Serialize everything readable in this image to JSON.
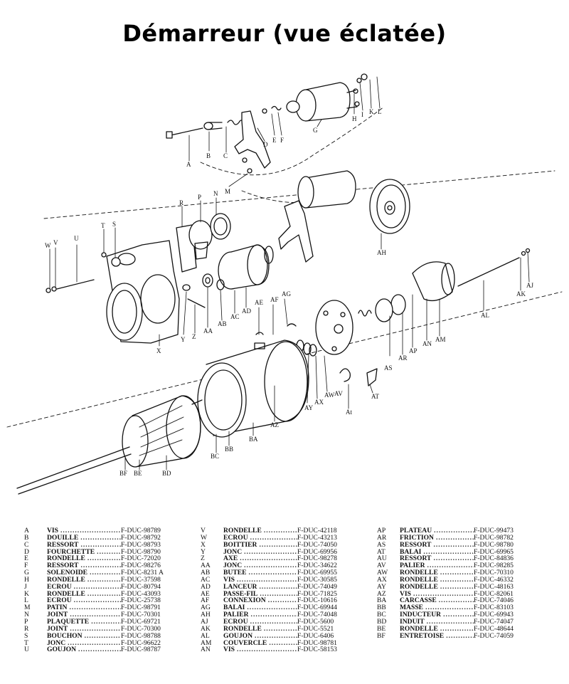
{
  "title": "Démarreur (vue éclatée)",
  "labels": [
    "A",
    "B",
    "C",
    "D",
    "E",
    "F",
    "G",
    "H",
    "I",
    "K",
    "L",
    "M",
    "N",
    "P",
    "R",
    "S",
    "T",
    "U",
    "V",
    "W",
    "X",
    "Y",
    "Z",
    "AA",
    "AB",
    "AC",
    "AD",
    "AE",
    "AF",
    "AG",
    "AH",
    "AJ",
    "AK",
    "AL",
    "AM",
    "AN",
    "AP",
    "AR",
    "AS",
    "At",
    "AT",
    "AW",
    "AX",
    "AY",
    "AZ",
    "AV",
    "BA",
    "BB",
    "BC",
    "BD",
    "BE",
    "BF"
  ],
  "parts_columns": [
    [
      {
        "code": "A",
        "name": "VIS",
        "ref": "F-DUC-98789"
      },
      {
        "code": "B",
        "name": "DOUILLE",
        "ref": "F-DUC-98792"
      },
      {
        "code": "C",
        "name": "RESSORT",
        "ref": "F-DUC-98793"
      },
      {
        "code": "D",
        "name": "FOURCHETTE",
        "ref": "F-DUC-98790"
      },
      {
        "code": "E",
        "name": "RONDELLE",
        "ref": "F-DUC-72020"
      },
      {
        "code": "F",
        "name": "RESSORT",
        "ref": "F-DUC-98276"
      },
      {
        "code": "G",
        "name": "SOLENOIDE",
        "ref": "F-DUC-8231 A"
      },
      {
        "code": "H",
        "name": "RONDELLE",
        "ref": "F-DUC-37598"
      },
      {
        "code": "J",
        "name": "ECROU",
        "ref": "F-DUC-80794"
      },
      {
        "code": "K",
        "name": "RONDELLE",
        "ref": "F-DUC-43093"
      },
      {
        "code": "L",
        "name": "ECROU",
        "ref": "F-DUC-25738"
      },
      {
        "code": "M",
        "name": "PATIN",
        "ref": "F-DUC-98791"
      },
      {
        "code": "N",
        "name": "JOINT",
        "ref": "F-DUC-70301"
      },
      {
        "code": "P",
        "name": "PLAQUETTE",
        "ref": "F-DUC-69721"
      },
      {
        "code": "R",
        "name": "JOINT",
        "ref": "F-DUC-70300"
      },
      {
        "code": "S",
        "name": "BOUCHON",
        "ref": "F-DUC-98788"
      },
      {
        "code": "T",
        "name": "JONC",
        "ref": "F-DUC-96622"
      },
      {
        "code": "U",
        "name": "GOUJON",
        "ref": "F-DUC-98787"
      }
    ],
    [
      {
        "code": "V",
        "name": "RONDELLE",
        "ref": "F-DUC-42118"
      },
      {
        "code": "W",
        "name": "ECROU",
        "ref": "F-DUC-43213"
      },
      {
        "code": "X",
        "name": "BOITTIER",
        "ref": "F-DUC-74050"
      },
      {
        "code": "Y",
        "name": "JONC",
        "ref": "F-DUC-69956"
      },
      {
        "code": "Z",
        "name": "AXE",
        "ref": "F-DUC-98278"
      },
      {
        "code": "AA",
        "name": "JONC",
        "ref": "F-DUC-34622"
      },
      {
        "code": "AB",
        "name": "BUTEE",
        "ref": "F-DUC-69955"
      },
      {
        "code": "AC",
        "name": "VIS",
        "ref": "F-DUC-30585"
      },
      {
        "code": "AD",
        "name": "LANCEUR",
        "ref": "F-DUC-74049"
      },
      {
        "code": "AE",
        "name": "PASSE-FIL",
        "ref": "F-DUC-71825"
      },
      {
        "code": "AF",
        "name": "CONNEXION",
        "ref": "F-DUC-10616"
      },
      {
        "code": "AG",
        "name": "BALAI",
        "ref": "F-DUC-69944"
      },
      {
        "code": "AH",
        "name": "PALIER",
        "ref": "F-DUC-74048"
      },
      {
        "code": "AJ",
        "name": "ECROU",
        "ref": "F-DUC-5600"
      },
      {
        "code": "AK",
        "name": "RONDELLE",
        "ref": "F-DUC-5521"
      },
      {
        "code": "AL",
        "name": "GOUJON",
        "ref": "F-DUC-6406"
      },
      {
        "code": "AM",
        "name": "COUVERCLE",
        "ref": "F-DUC-98781"
      },
      {
        "code": "AN",
        "name": "VIS",
        "ref": "F-DUC-58153"
      }
    ],
    [
      {
        "code": "AP",
        "name": "PLATEAU",
        "ref": "F-DUC-99473"
      },
      {
        "code": "AR",
        "name": "FRICTION",
        "ref": "F-DUC-98782"
      },
      {
        "code": "AS",
        "name": "RESSORT",
        "ref": "F-DUC-98780"
      },
      {
        "code": "AT",
        "name": "BALAI",
        "ref": "F-DUC-69965"
      },
      {
        "code": "AU",
        "name": "RESSORT",
        "ref": "F-DUC-84836"
      },
      {
        "code": "AV",
        "name": "PALIER",
        "ref": "F-DUC-98285"
      },
      {
        "code": "AW",
        "name": "RONDELLE",
        "ref": "F-DUC-70310"
      },
      {
        "code": "AX",
        "name": "RONDELLE",
        "ref": "F-DUC-46332"
      },
      {
        "code": "AY",
        "name": "RONDELLE",
        "ref": "F-DUC-48163"
      },
      {
        "code": "AZ",
        "name": "VIS",
        "ref": "F-DUC-82061"
      },
      {
        "code": "BA",
        "name": "CARCASSE",
        "ref": "F-DUC-74046"
      },
      {
        "code": "BB",
        "name": "MASSE",
        "ref": "F-DUC-83103"
      },
      {
        "code": "BC",
        "name": "INDUCTEUR",
        "ref": "F-DUC-69943"
      },
      {
        "code": "BD",
        "name": "INDUIT",
        "ref": "F-DUC-74047"
      },
      {
        "code": "BE",
        "name": "RONDELLE",
        "ref": "F-DUC-48644"
      },
      {
        "code": "BF",
        "name": "ENTRETOISE",
        "ref": "F-DUC-74059"
      }
    ]
  ]
}
